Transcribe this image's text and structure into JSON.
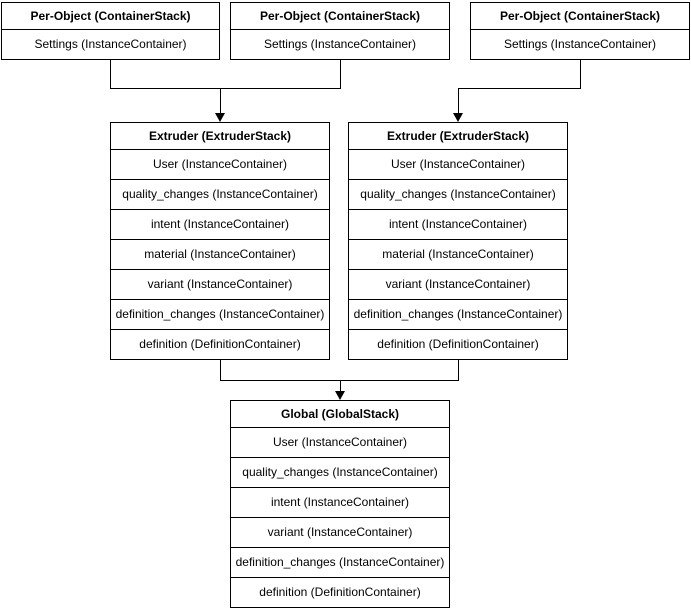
{
  "diagram": {
    "description": "Container stack architecture diagram",
    "colors": {
      "background": "#ffffff",
      "line": "#000000",
      "box_fill": "#ffffff",
      "text": "#000000"
    },
    "boxes": {
      "per_object_1": {
        "title": "Per-Object (ContainerStack)",
        "rows": [
          "Settings (InstanceContainer)"
        ]
      },
      "per_object_2": {
        "title": "Per-Object (ContainerStack)",
        "rows": [
          "Settings (InstanceContainer)"
        ]
      },
      "per_object_3": {
        "title": "Per-Object (ContainerStack)",
        "rows": [
          "Settings (InstanceContainer)"
        ]
      },
      "extruder_1": {
        "title": "Extruder (ExtruderStack)",
        "rows": [
          "User (InstanceContainer)",
          "quality_changes (InstanceContainer)",
          "intent (InstanceContainer)",
          "material (InstanceContainer)",
          "variant (InstanceContainer)",
          "definition_changes (InstanceContainer)",
          "definition (DefinitionContainer)"
        ]
      },
      "extruder_2": {
        "title": "Extruder (ExtruderStack)",
        "rows": [
          "User (InstanceContainer)",
          "quality_changes (InstanceContainer)",
          "intent (InstanceContainer)",
          "material (InstanceContainer)",
          "variant (InstanceContainer)",
          "definition_changes (InstanceContainer)",
          "definition (DefinitionContainer)"
        ]
      },
      "global": {
        "title": "Global (GlobalStack)",
        "rows": [
          "User (InstanceContainer)",
          "quality_changes (InstanceContainer)",
          "intent (InstanceContainer)",
          "variant (InstanceContainer)",
          "definition_changes (InstanceContainer)",
          "definition (DefinitionContainer)"
        ]
      }
    }
  }
}
